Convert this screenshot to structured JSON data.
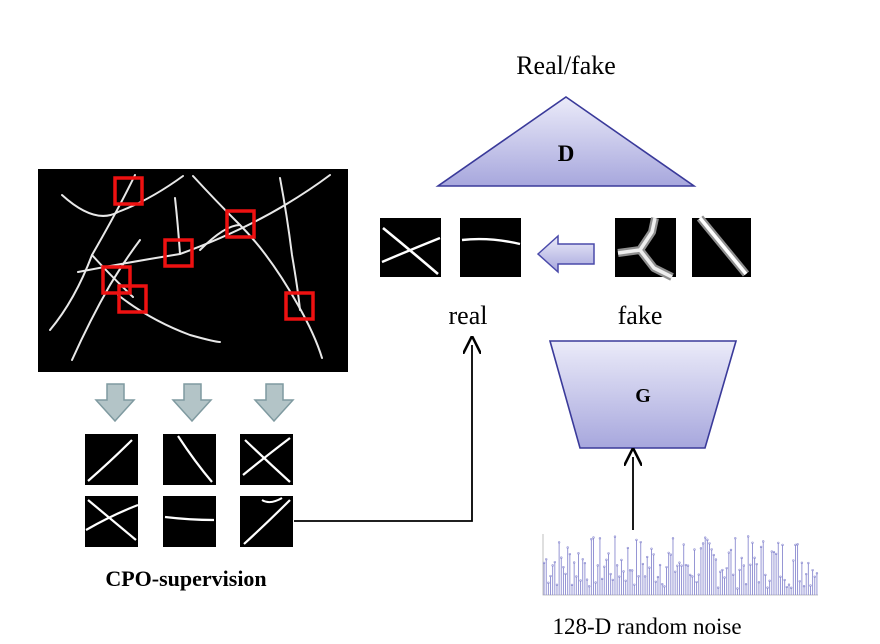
{
  "labels": {
    "real_fake": "Real/fake",
    "discriminator": "D",
    "generator": "G",
    "real": "real",
    "fake": "fake",
    "cpo_supervision": "CPO-supervision",
    "noise": "128-D random noise"
  },
  "colors": {
    "block_fill_top": "#ebebf9",
    "block_fill_bottom": "#a7a7dd",
    "block_stroke": "#3a3a9a",
    "arrow_fill": "#b3c4c7",
    "arrow_stroke": "#7f9aa0",
    "box_red": "#ee1111",
    "noise_color": "#8a8ad0"
  },
  "icons": {
    "down_arrows": "down-arrow-icon",
    "left_arrow": "left-arrow-icon"
  }
}
